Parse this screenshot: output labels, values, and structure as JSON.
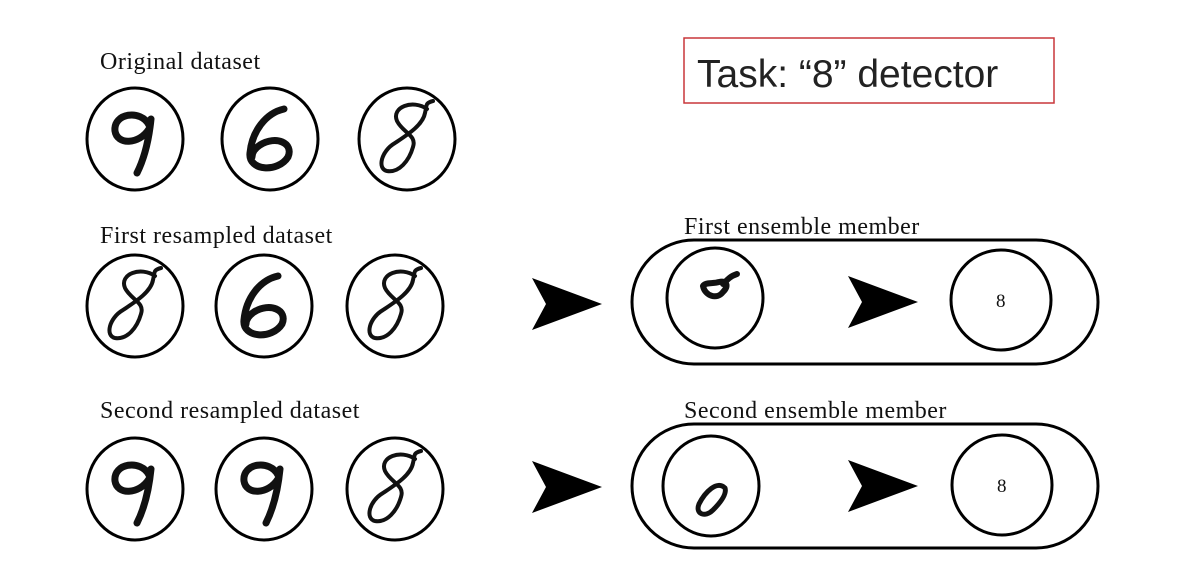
{
  "task_label": "Task: “8” detector",
  "task_box_color": "#c8373a",
  "rows": [
    {
      "label": "Original dataset",
      "digits": [
        "9",
        "6",
        "8"
      ]
    },
    {
      "label": "First resampled dataset",
      "digits": [
        "8",
        "6",
        "8"
      ]
    },
    {
      "label": "Second resampled dataset",
      "digits": [
        "9",
        "9",
        "8"
      ]
    }
  ],
  "members": [
    {
      "label": "First ensemble member",
      "feature": "loop-top",
      "output": "8"
    },
    {
      "label": "Second ensemble member",
      "feature": "loop-bottom",
      "output": "8"
    }
  ]
}
